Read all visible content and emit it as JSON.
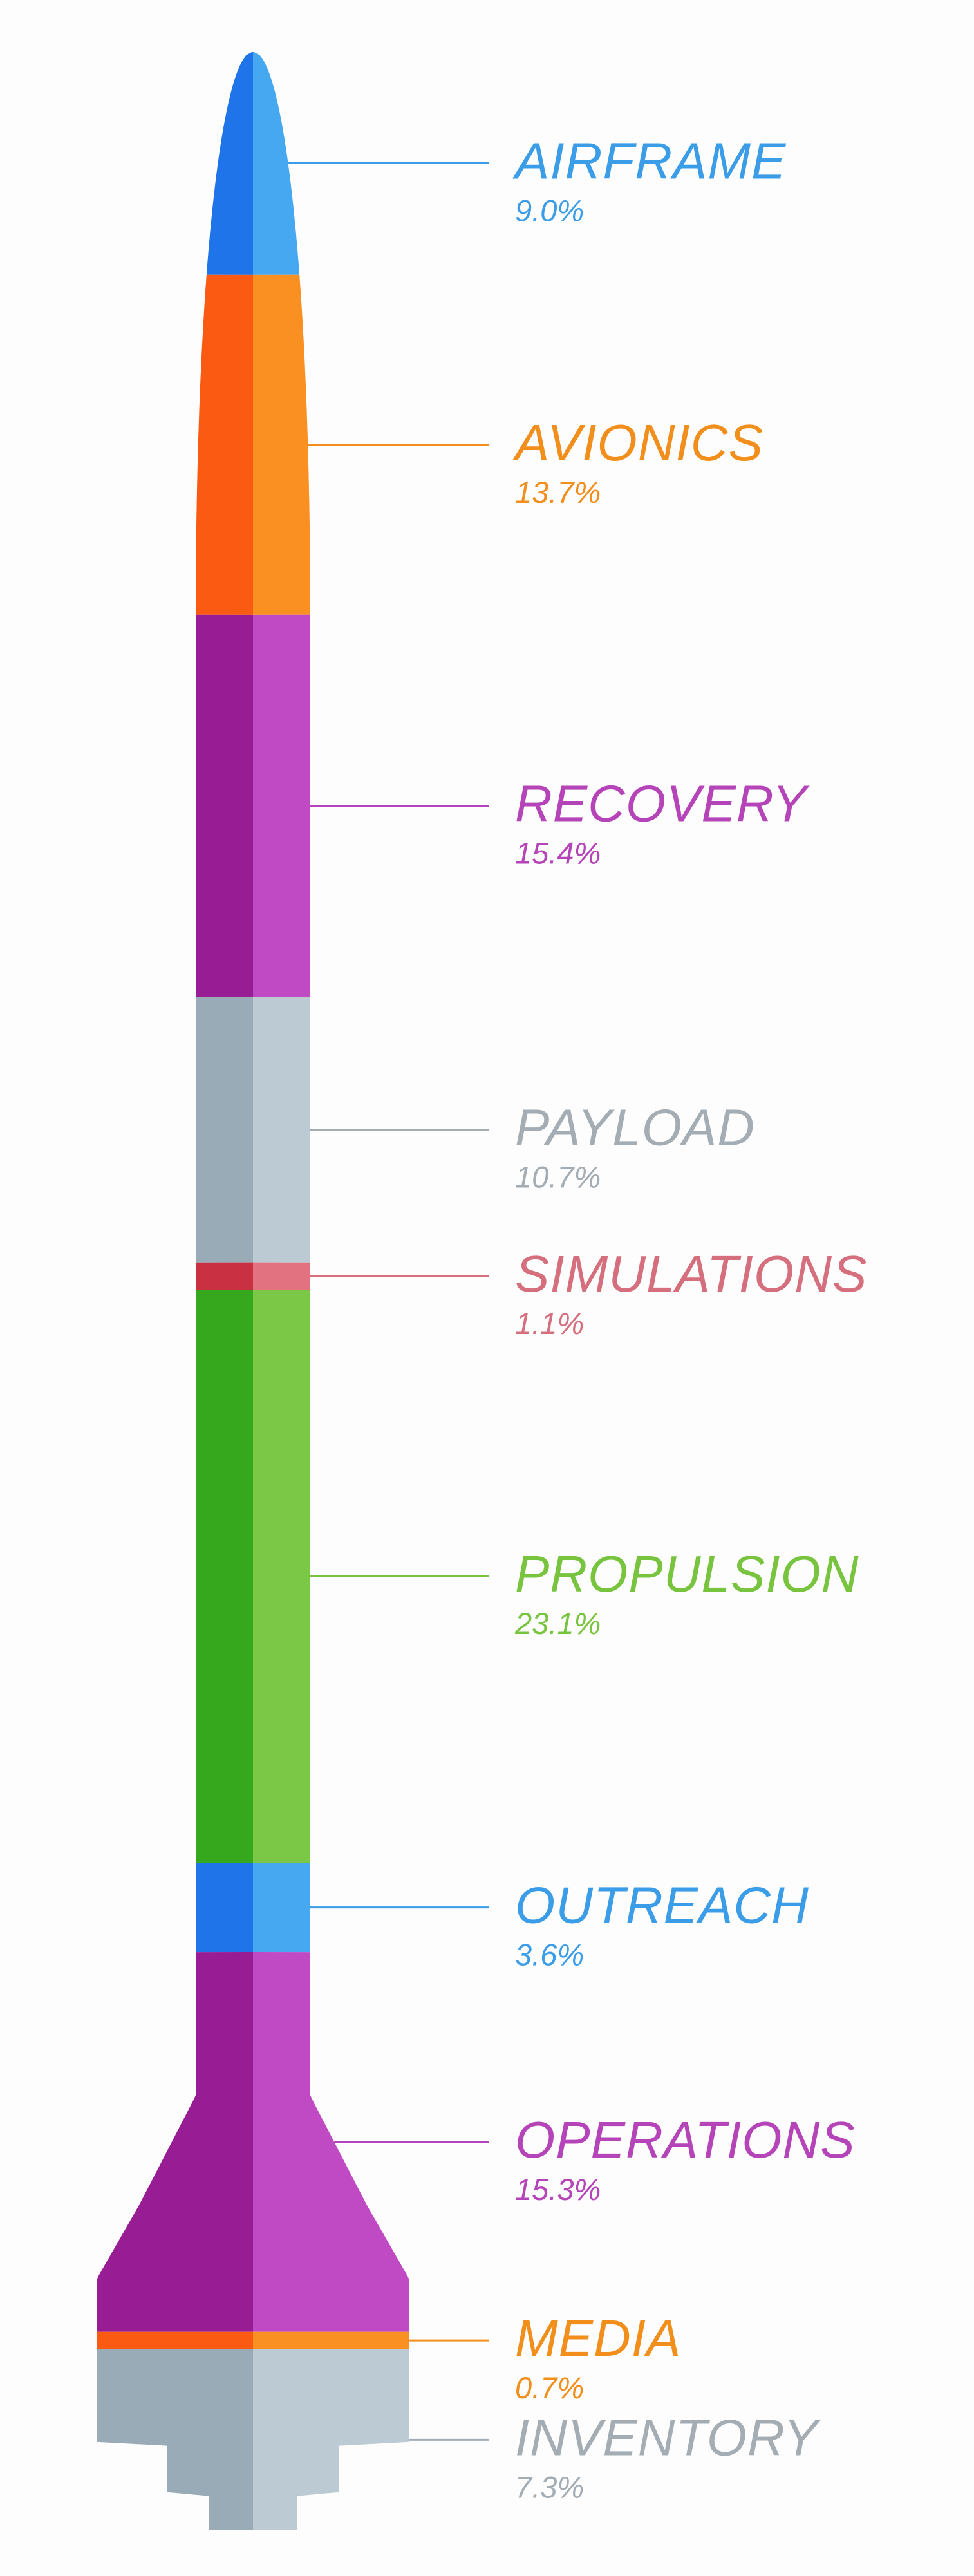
{
  "chart_data": {
    "type": "bar",
    "title": "",
    "categories": [
      "AIRFRAME",
      "AVIONICS",
      "RECOVERY",
      "PAYLOAD",
      "SIMULATIONS",
      "PROPULSION",
      "OUTREACH",
      "OPERATIONS",
      "MEDIA",
      "INVENTORY"
    ],
    "values": [
      9.0,
      13.7,
      15.4,
      10.7,
      1.1,
      23.1,
      3.6,
      15.3,
      0.7,
      7.3
    ],
    "value_labels": [
      "9.0%",
      "13.7%",
      "15.4%",
      "10.7%",
      "1.1%",
      "23.1%",
      "3.6%",
      "15.3%",
      "0.7%",
      "7.3%"
    ],
    "unit": "%",
    "colors": {
      "AIRFRAME": {
        "dark": "#1e74e8",
        "light": "#45a8f1",
        "label": "#3b9de8"
      },
      "AVIONICS": {
        "dark": "#fb5a12",
        "light": "#fb9022",
        "label": "#f28f1c"
      },
      "RECOVERY": {
        "dark": "#981c94",
        "light": "#c04ac4",
        "label": "#b544b8"
      },
      "PAYLOAD": {
        "dark": "#98abb6",
        "light": "#bccbd3",
        "label": "#a4adb3"
      },
      "SIMULATIONS": {
        "dark": "#c93042",
        "light": "#e2727f",
        "label": "#d66f7d"
      },
      "PROPULSION": {
        "dark": "#35a81e",
        "light": "#7bc746",
        "label": "#78c43f"
      },
      "OUTREACH": {
        "dark": "#1e74e8",
        "light": "#45a8f1",
        "label": "#3b9de8"
      },
      "OPERATIONS": {
        "dark": "#981c94",
        "light": "#c04ac4",
        "label": "#b544b8"
      },
      "MEDIA": {
        "dark": "#fb5a12",
        "light": "#fb9022",
        "label": "#f28f1c"
      },
      "INVENTORY": {
        "dark": "#98abb6",
        "light": "#bccbd3",
        "label": "#a4adb3"
      }
    },
    "grid": false,
    "legend": "right"
  }
}
